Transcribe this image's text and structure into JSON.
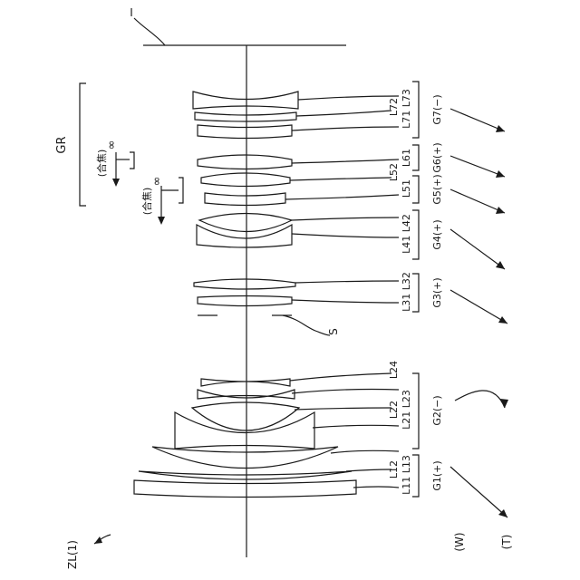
{
  "figure": {
    "image_plane": "I",
    "stop": "S",
    "rear_group": "GR",
    "system_label": "ZL(1)",
    "wide_label": "(W)",
    "tele_label": "(T)",
    "focus_label": "(合焦)",
    "infinity_symbol": "∞",
    "groups": [
      "G1(+)",
      "G2(−)",
      "G3(+)",
      "G4(+)",
      "G5(+)",
      "G6(+)",
      "G7(−)"
    ],
    "lens_labels": {
      "g1": "L11 L13",
      "l12": "L12",
      "g2": "L21 L23",
      "l22": "L22",
      "l24": "L24",
      "g3": "L31 L32",
      "g4": "L41 L42",
      "g5": "L51",
      "l52": "L52",
      "g6": "L61",
      "g7": "L71 L73",
      "l72": "L72"
    }
  }
}
